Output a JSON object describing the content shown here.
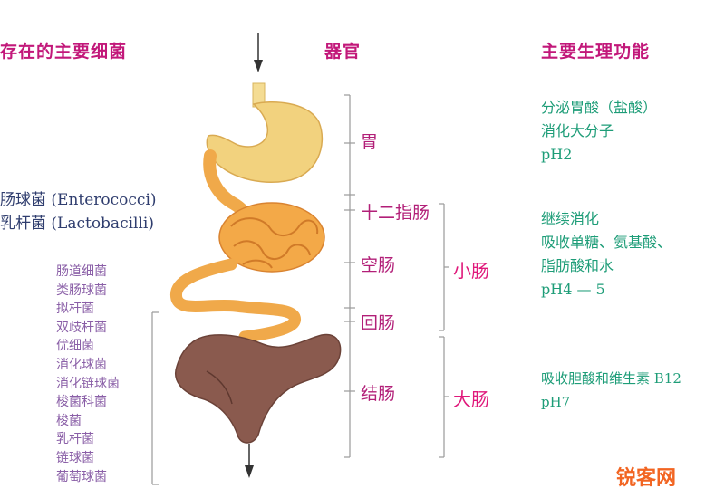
{
  "headers": {
    "bacteria": "存在的主要细菌",
    "organ": "器官",
    "function": "主要生理功能"
  },
  "organs": [
    {
      "id": "stomach",
      "label": "胃"
    },
    {
      "id": "duodenum",
      "label": "十二指肠"
    },
    {
      "id": "jejunum",
      "label": "空肠"
    },
    {
      "id": "ileum",
      "label": "回肠"
    },
    {
      "id": "colon",
      "label": "结肠"
    }
  ],
  "groups": {
    "small_intestine": "小肠",
    "large_intestine": "大肠"
  },
  "bacteria": {
    "small_intestine": [
      "肠球菌 (Enterococci)",
      "乳杆菌 (Lactobacilli)"
    ],
    "large_intestine": [
      "肠道细菌",
      "类肠球菌",
      "拟杆菌",
      "双歧杆菌",
      "优细菌",
      "消化球菌",
      "消化链球菌",
      "梭菌科菌",
      "梭菌",
      "乳杆菌",
      "链球菌",
      "葡萄球菌"
    ]
  },
  "functions": {
    "stomach": [
      "分泌胃酸（盐酸）",
      "消化大分子",
      "pH2"
    ],
    "small_intestine": [
      "继续消化",
      "吸收单糖、氨基酸、",
      "脂肪酸和水",
      "pH4 — 5"
    ],
    "large_intestine": [
      "吸收胆酸和维生素 B12",
      "pH7"
    ]
  },
  "colors": {
    "header": "#c2187a",
    "organ_label": "#b21f78",
    "group_label": "#e0197b",
    "bacteria_text": "#2f3d6e",
    "bacteria_list": "#8a5fa7",
    "function_text": "#1e9d78",
    "stomach_fill": "#f2d27e",
    "intestine_fill": "#f0a94a",
    "colon_fill": "#8a5a4e",
    "bracket_line": "#9a9a9a"
  },
  "watermark": "锐客网"
}
